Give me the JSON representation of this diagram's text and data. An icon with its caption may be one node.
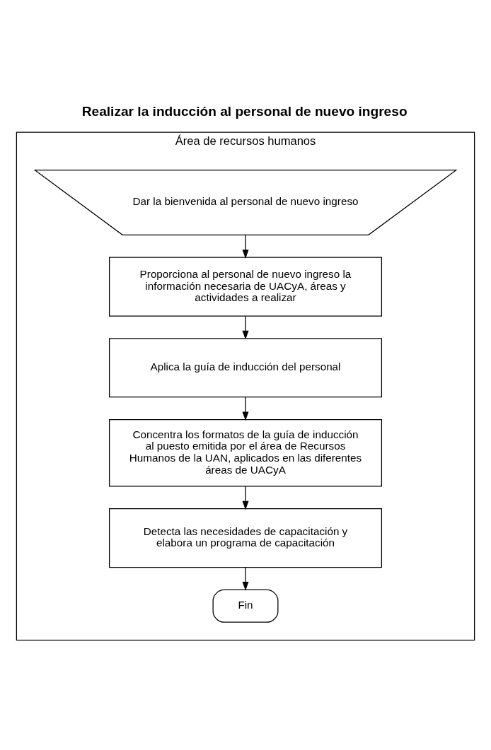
{
  "diagram": {
    "title": "Realizar la inducción al personal de nuevo ingreso",
    "nodes": [
      {
        "text": [
          "Área de recursos humanos"
        ]
      },
      {
        "text": [
          "Dar la bienvenida al personal de nuevo ingreso"
        ],
        "in": 0
      },
      {
        "text": [
          "Proporciona al personal de nuevo ingreso la información necesaria de UACyA, áreas y actividades a realizar"
        ],
        "in": 0
      },
      {
        "text": [
          "Aplica la guía de inducción del personal"
        ],
        "in": 0
      },
      {
        "text": [
          "Concentra los formatos de la guía de inducción al puesto emitida por el área de Recursos Humanos de la UAN, aplicados en las diferentes áreas de UACyA"
        ],
        "in": 0
      },
      {
        "text": [
          "Detecta las necesidades de capacitación y elabora un programa de capacitación"
        ],
        "in": 0
      },
      {
        "text": [
          "Fin"
        ],
        "in": 0
      }
    ],
    "edges": [
      {
        "from": 1,
        "to": 2,
        "arrow": "to"
      },
      {
        "from": 2,
        "to": 3,
        "arrow": "to"
      },
      {
        "from": 3,
        "to": 4,
        "arrow": "to"
      },
      {
        "from": 4,
        "to": 5,
        "arrow": "to"
      },
      {
        "from": 5,
        "to": 6,
        "arrow": "to"
      }
    ]
  }
}
